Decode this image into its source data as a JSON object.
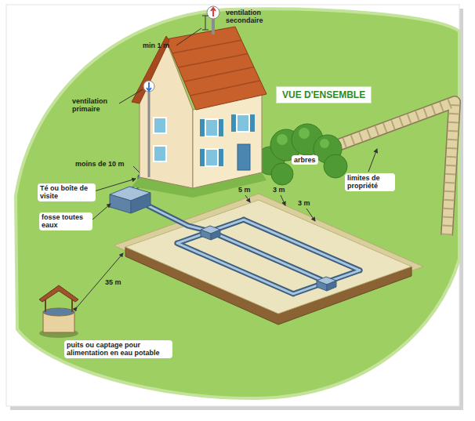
{
  "diagram": {
    "title": "VUE D'ENSEMBLE",
    "labels": [
      "min 1 m",
      "ventilation secondaire",
      "ventilation primaire",
      "moins de 10 m",
      "Té ou boîte de visite",
      "fosse toutes eaux",
      "arbres",
      "limites de propriété",
      "5 m",
      "3 m",
      "3 m",
      "35 m",
      "puits ou captage pour alimentation en eau potable"
    ]
  }
}
